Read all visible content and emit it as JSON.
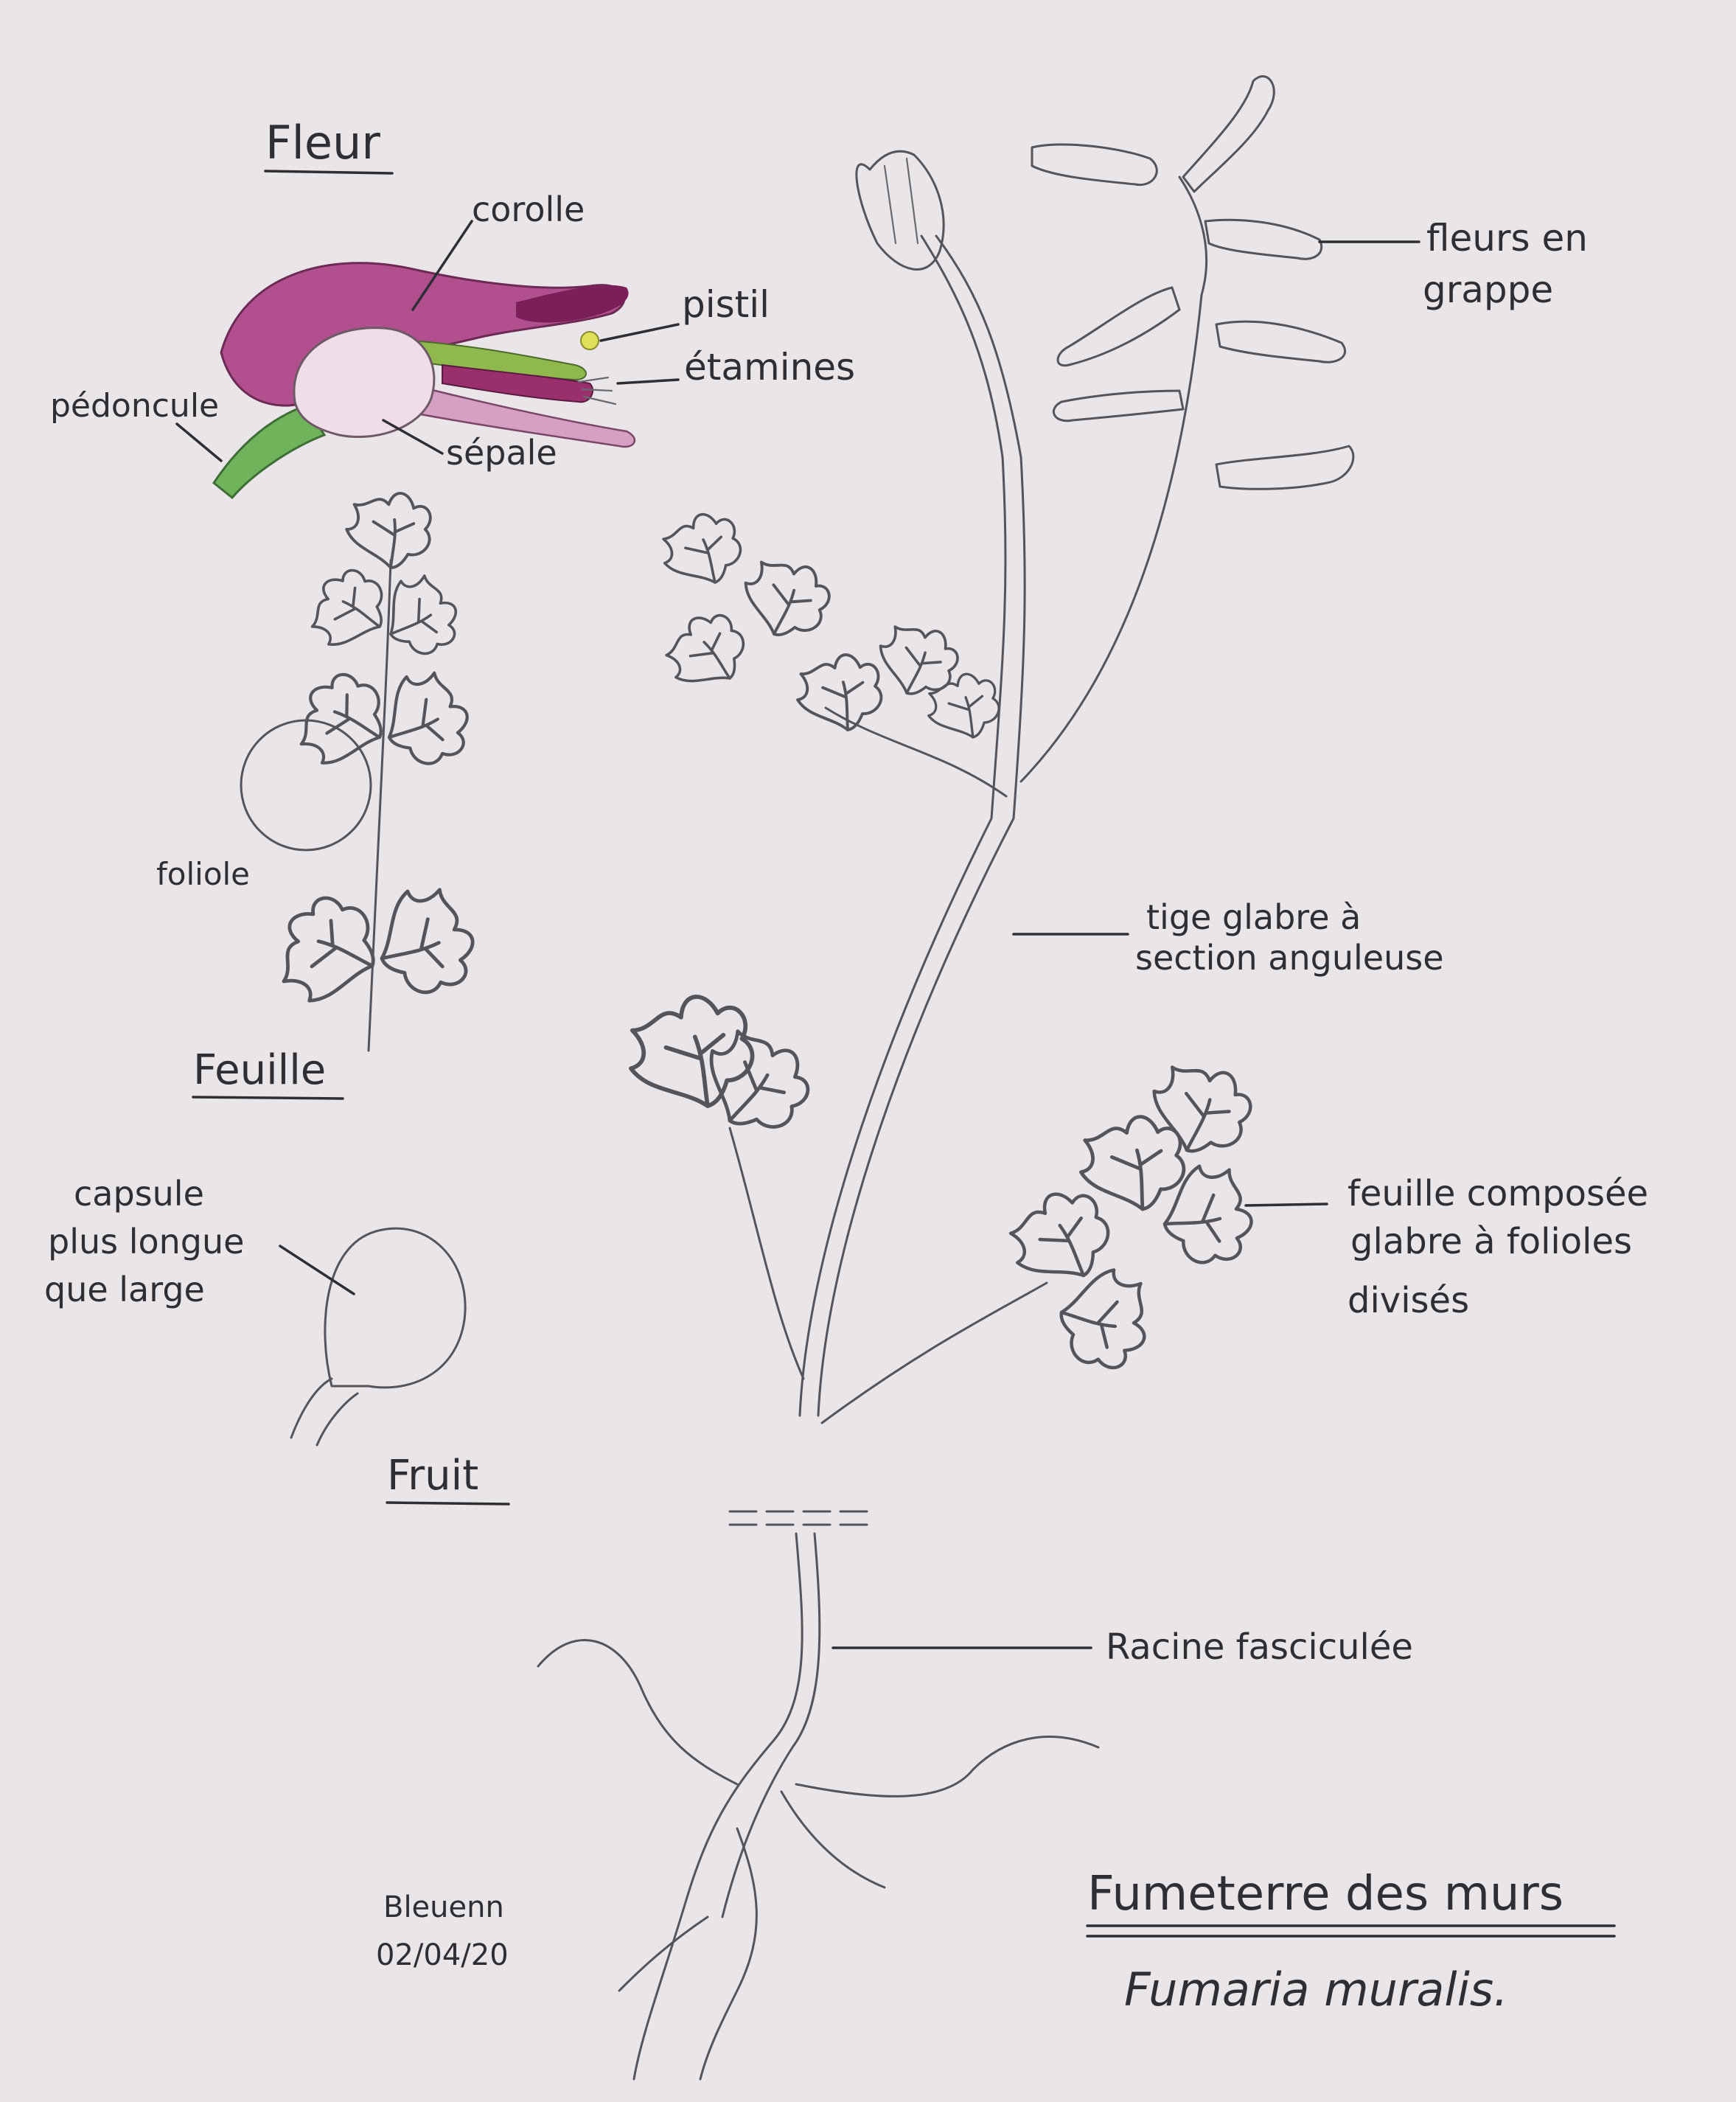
{
  "colors": {
    "paper": "#e9e5e8",
    "corolla": "#b2508f",
    "corolla_tip": "#7a1f58",
    "sepal": "#f1dde8",
    "peduncle": "#6fb35a",
    "stamen_green": "#8fb94c",
    "pistil_yellow": "#dfe05a",
    "pencil": "#55545c",
    "ink": "#2f2e35"
  },
  "sections": {
    "flower_title": "Fleur",
    "leaf_title": "Feuille",
    "fruit_title": "Fruit"
  },
  "flower_labels": {
    "corolla": "corolle",
    "pistil": "pistil",
    "stamens": "étamines",
    "peduncle": "pédoncule",
    "sepal": "sépale"
  },
  "leaf_labels": {
    "leaflet": "foliole"
  },
  "fruit_labels": {
    "line1": "capsule",
    "line2": "plus longue",
    "line3": "que large"
  },
  "plant_labels": {
    "raceme_line1": "fleurs en",
    "raceme_line2": "grappe",
    "stem_line1": "tige glabre à",
    "stem_line2": "section anguleuse",
    "compound_leaf_line1": "feuille composée",
    "compound_leaf_line2": "glabre à folioles",
    "compound_leaf_line3": "divisés",
    "root": "Racine fasciculée"
  },
  "title": {
    "common_name": "Fumeterre des murs",
    "latin_name": "Fumaria muralis."
  },
  "signature": {
    "author": "Bleuenn",
    "date": "02/04/20"
  }
}
